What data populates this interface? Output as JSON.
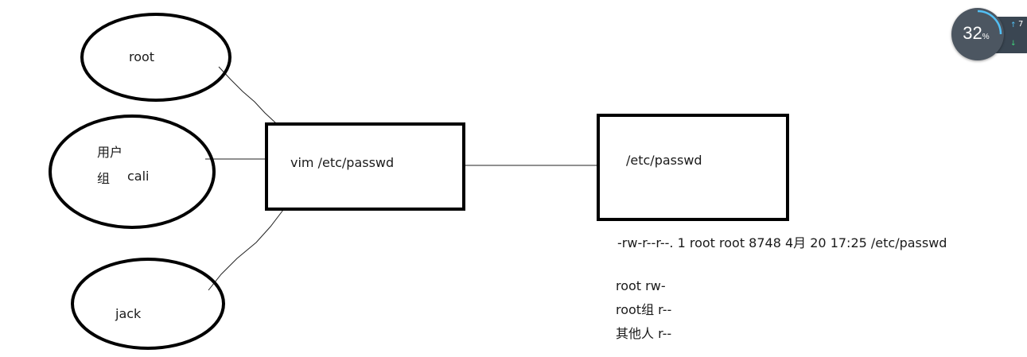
{
  "diagram": {
    "nodes": {
      "root": "root",
      "group_line1": "用户",
      "group_line2": "组",
      "group_name": "cali",
      "jack": "jack",
      "command": "vim  /etc/passwd",
      "file": "/etc/passwd"
    },
    "notes": {
      "ls_output": "-rw-r--r--. 1 root root 8748 4月  20 17:25 /etc/passwd",
      "perm_owner": "root  rw-",
      "perm_group": "root组 r--",
      "perm_other": "其他人 r--"
    }
  },
  "widget": {
    "percent": "32",
    "percent_unit": "%",
    "upload_value": "7",
    "download_value": "",
    "accent_color": "#52c0f5",
    "download_color": "#3ed37a"
  }
}
